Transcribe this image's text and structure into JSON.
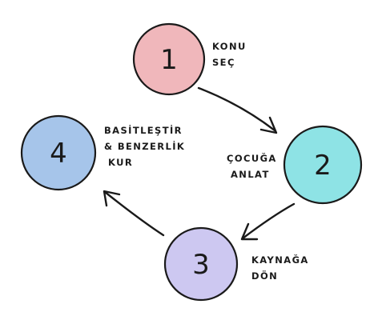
{
  "steps": [
    {
      "number": "1",
      "label_lines": [
        "KONU",
        "SEÇ"
      ],
      "fill": "#f0b7bb"
    },
    {
      "number": "2",
      "label_lines": [
        "ÇOCUĞA",
        "ANLAT"
      ],
      "fill": "#8ee3e5"
    },
    {
      "number": "3",
      "label_lines": [
        "KAYNAĞA",
        "DÖN"
      ],
      "fill": "#cdc8f1"
    },
    {
      "number": "4",
      "label_lines": [
        "BASİTLEŞTİR",
        "& BENZERLİK",
        "KUR"
      ],
      "fill": "#a6c5ea"
    }
  ],
  "edges": [
    {
      "from": "1",
      "to": "2"
    },
    {
      "from": "2",
      "to": "3"
    },
    {
      "from": "3",
      "to": "4"
    }
  ],
  "outline_color": "#1a1a1a"
}
